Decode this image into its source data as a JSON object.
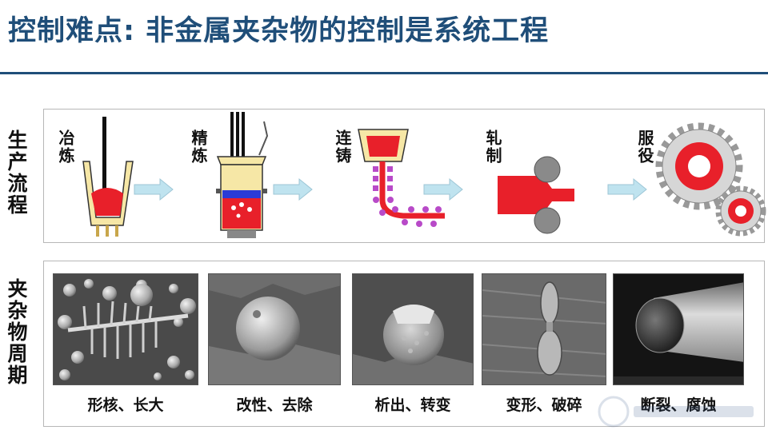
{
  "title": "控制难点: 非金属夹杂物的控制是系统工程",
  "row_labels": {
    "process": "生产流程",
    "inclusion": "夹杂物周期"
  },
  "stages": [
    {
      "label": "冶炼"
    },
    {
      "label": "精炼"
    },
    {
      "label": "连铸"
    },
    {
      "label": "轧制"
    },
    {
      "label": "服役"
    }
  ],
  "photos": [
    {
      "caption": "形核、长大"
    },
    {
      "caption": "改性、去除"
    },
    {
      "caption": "析出、转变"
    },
    {
      "caption": "变形、破碎"
    },
    {
      "caption": "断裂、腐蚀"
    }
  ],
  "colors": {
    "title": "#1f4e79",
    "molten": "#e8202a",
    "arrow": "#bfe3ef",
    "vessel": "#f6e7a6",
    "slag": "#2a3bd6"
  }
}
